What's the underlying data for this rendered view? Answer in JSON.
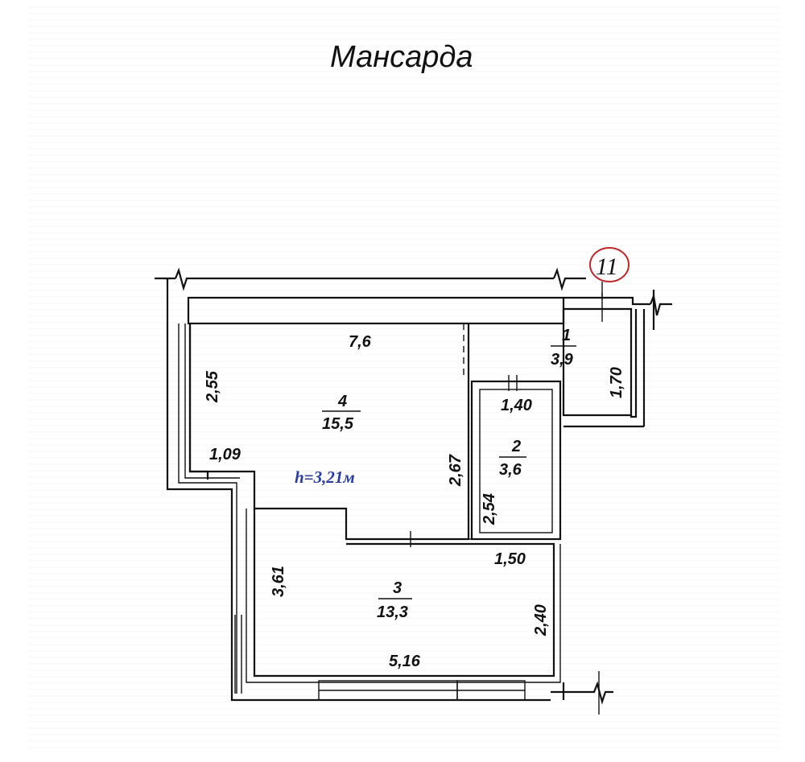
{
  "title": "Мансарда",
  "axis_marker": "11",
  "ceiling_height": "h=3,21м",
  "rooms": [
    {
      "number": "1",
      "area": "3,9"
    },
    {
      "number": "2",
      "area": "3,6"
    },
    {
      "number": "3",
      "area": "13,3"
    },
    {
      "number": "4",
      "area": "15,5"
    }
  ],
  "dimensions": {
    "top_width": "7,6",
    "left_upper": "2,55",
    "step_width": "1,09",
    "room2_width": "1,40",
    "room4_partition": "2,67",
    "room2_height": "2,54",
    "room1_height": "1,70",
    "room3_left": "3,61",
    "room3_top": "1,50",
    "room3_right": "2,40",
    "room3_bottom": "5,16"
  }
}
